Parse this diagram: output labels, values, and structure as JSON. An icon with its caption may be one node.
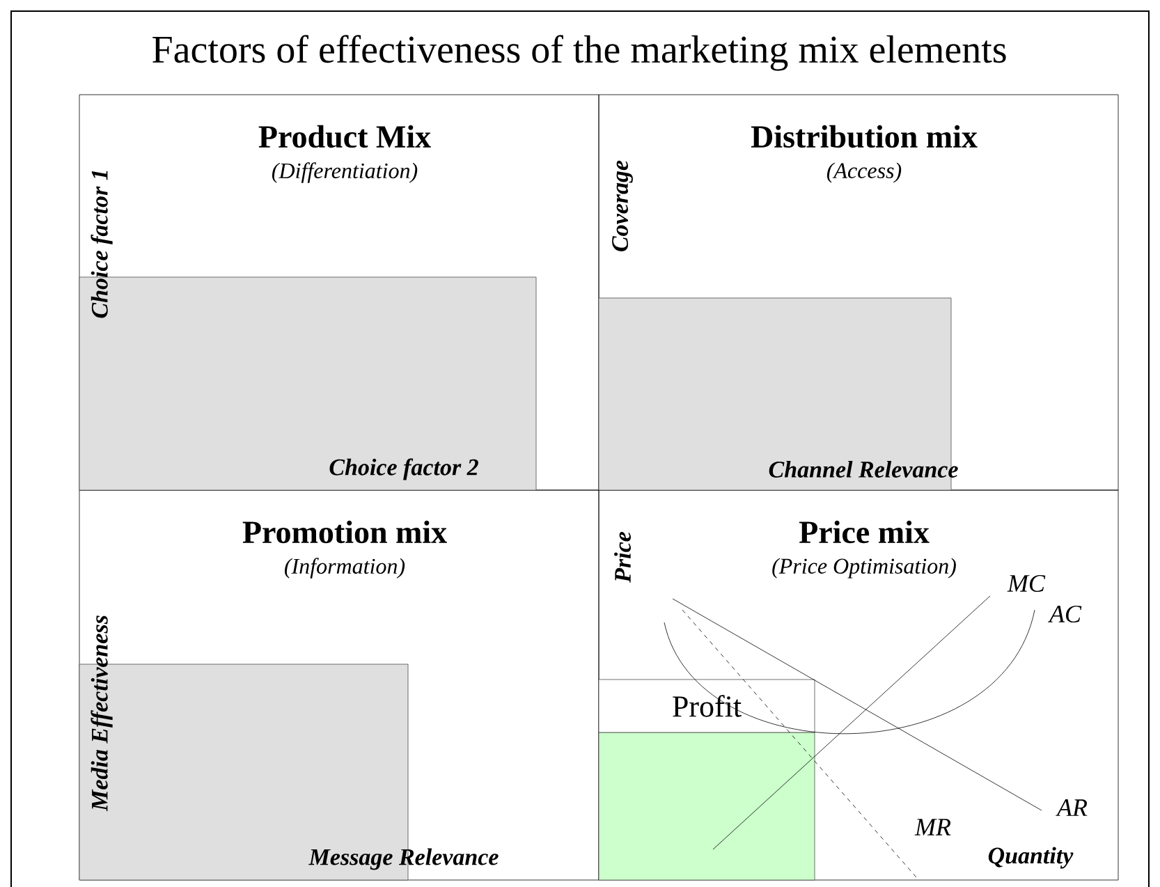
{
  "diagram": {
    "title": "Factors of effectiveness of the marketing mix elements",
    "nodes": [
      {
        "text": [
          "Product Mix",
          "(Differentiation)"
        ]
      },
      {
        "text": [
          "Distribution mix",
          "(Access)"
        ]
      },
      {
        "text": [
          "Promotion mix",
          "(Information)"
        ]
      },
      {
        "text": [
          "Price mix",
          "(Price Optimisation)"
        ]
      },
      {
        "text": [
          "Profit"
        ],
        "in": 3
      },
      {
        "text": [],
        "shape": "box",
        "in": 0
      },
      {
        "text": [],
        "shape": "box",
        "in": 1
      },
      {
        "text": [],
        "shape": "box",
        "in": 2
      },
      {
        "text": [],
        "shape": "box",
        "in": 3
      }
    ],
    "edges": [],
    "labels": [
      "Choice factor 1",
      "Coverage",
      "Choice factor 2",
      "Channel Relevance",
      "Media Effectiveness",
      "Price",
      "MC",
      "AC",
      "MR",
      "AR",
      "Message Relevance",
      "Quantity"
    ]
  }
}
